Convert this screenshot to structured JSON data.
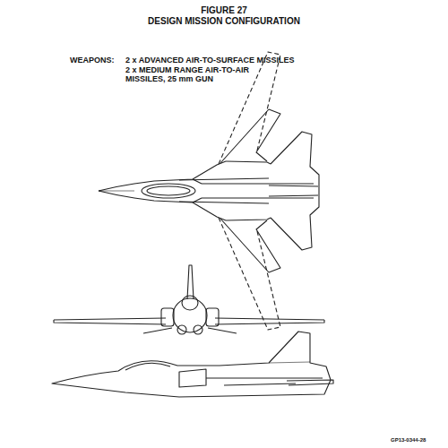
{
  "diagram": {
    "title": "FIGURE 27",
    "labels": [
      "DESIGN MISSION CONFIGURATION",
      "WEAPONS:",
      "2 x ADVANCED AIR-TO-SURFACE MISSILES",
      "2 x MEDIUM RANGE AIR-TO-AIR MISSILES, 25 mm GUN",
      "GP13-0344-28"
    ]
  }
}
